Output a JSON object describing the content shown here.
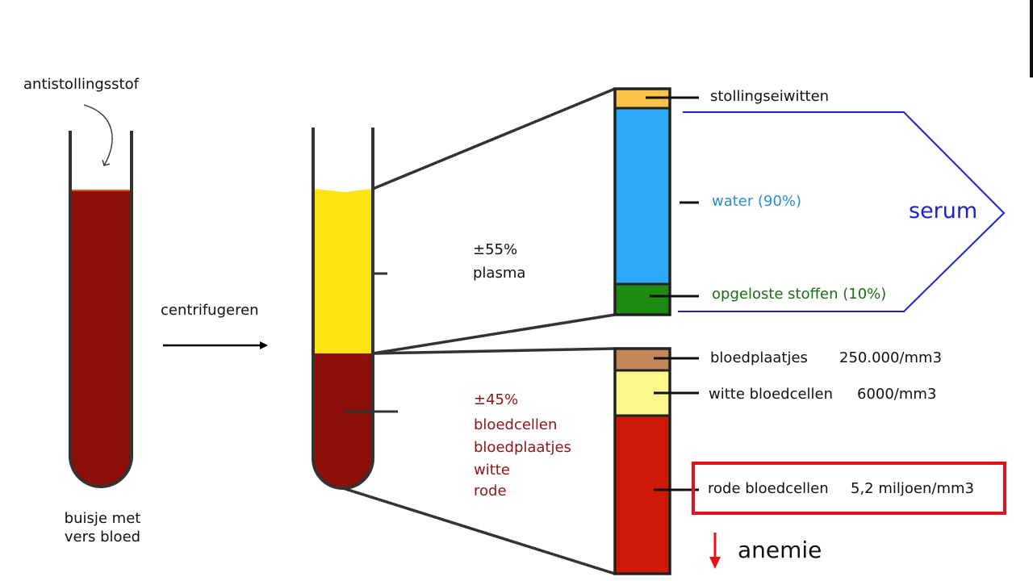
{
  "labels": {
    "anticoagulant": "antistollingsstof",
    "tube1_caption_line1": "buisje met",
    "tube1_caption_line2": "vers bloed",
    "centrifuge": "centrifugeren",
    "plasma_pct": "±55%",
    "plasma": "plasma",
    "cells_pct": "±45%",
    "cells_line1": "bloedcellen",
    "cells_line2": "bloedplaatjes",
    "cells_line3": "witte",
    "cells_line4": "rode",
    "clotting_proteins": "stollingseiwitten",
    "water": "water (90%)",
    "dissolved": "opgeloste stoffen (10%)",
    "serum": "serum",
    "platelets": "bloedplaatjes",
    "platelets_count": "250.000/mm3",
    "wbc": "witte bloedcellen",
    "wbc_count": "6000/mm3",
    "rbc": "rode bloedcellen",
    "rbc_count": "5,2 miljoen/mm3",
    "anemia": "anemie"
  },
  "colors": {
    "blood": "#8c0f0a",
    "plasma_yellow": "#fbe412",
    "clotting_orange": "#fcc24a",
    "water_blue": "#2ea9f7",
    "dissolved_green": "#1f8a12",
    "platelets_brown": "#c4875a",
    "wbc_yellow": "#fbf88c",
    "rbc_red": "#d01806",
    "serum_blue": "#1f22c8",
    "water_text": "#2b8fcf",
    "dissolved_text": "#1a6e12",
    "highlight_red": "#e3121a",
    "cells_text": "#8e1414"
  }
}
